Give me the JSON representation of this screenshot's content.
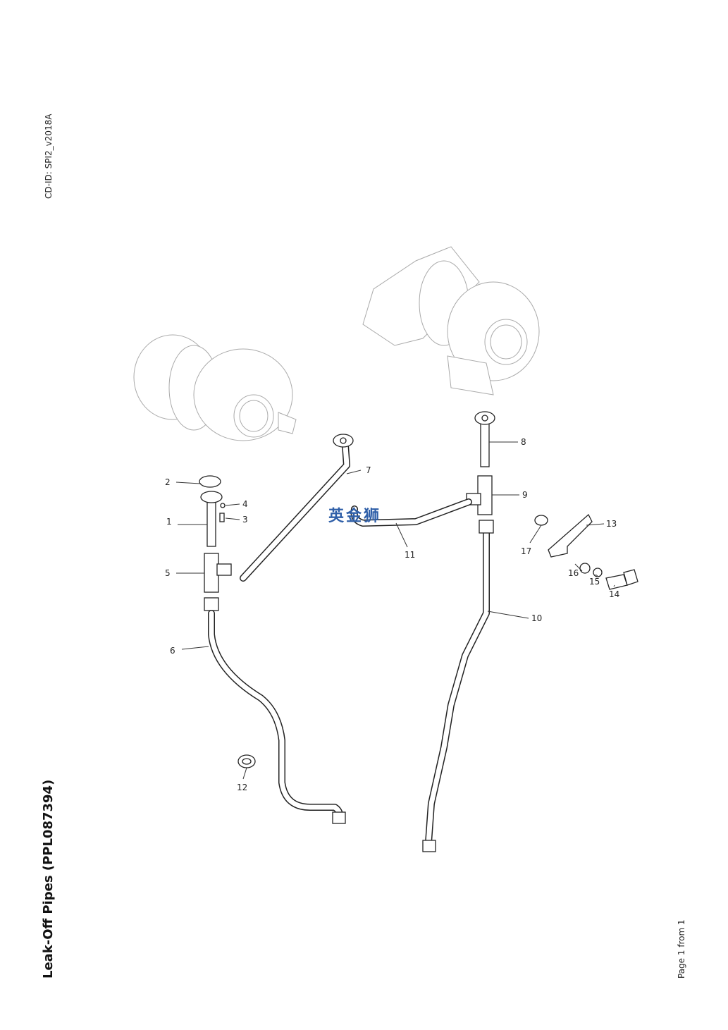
{
  "header": {
    "cd_id": "CD-ID: SPI2_v2018A"
  },
  "title": "Leak-Off Pipes (PPL087394)",
  "footer": {
    "page": "Page 1 from 1"
  },
  "watermark": "英金狮",
  "callouts": [
    "1",
    "2",
    "3",
    "4",
    "5",
    "6",
    "7",
    "8",
    "9",
    "10",
    "11",
    "12",
    "13",
    "14",
    "15",
    "16",
    "17"
  ]
}
